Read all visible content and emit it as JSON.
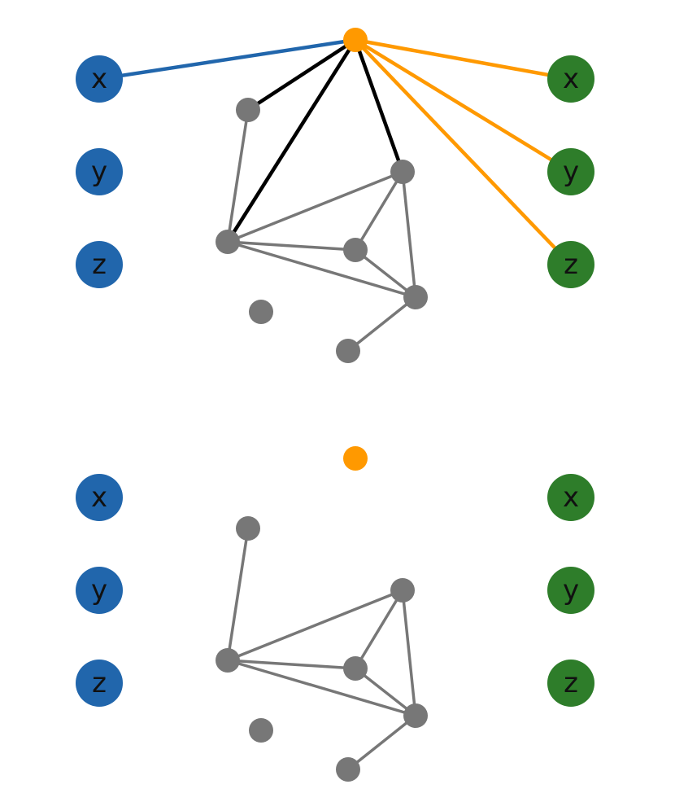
{
  "colors": {
    "background": "#ffffff",
    "input_node": "#2166ac",
    "output_node": "#2e7d2a",
    "hub_node": "#ff9900",
    "internal_node": "#777777",
    "input_edge": "#2166ac",
    "output_edge": "#ff9900",
    "hub_edge": "#000000",
    "internal_edge": "#777777"
  },
  "panels": [
    {
      "id": "top",
      "inputs": [
        {
          "id": "in-x",
          "label": "x"
        },
        {
          "id": "in-y",
          "label": "y"
        },
        {
          "id": "in-z",
          "label": "z"
        }
      ],
      "outputs": [
        {
          "id": "out-x",
          "label": "x"
        },
        {
          "id": "out-y",
          "label": "y"
        },
        {
          "id": "out-z",
          "label": "z"
        }
      ],
      "hub": {
        "id": "hub"
      },
      "internal_nodes": [
        "n1",
        "n2",
        "n3",
        "n4",
        "n5",
        "n6",
        "n7"
      ],
      "edges": [
        {
          "from": "in-x",
          "to": "hub",
          "kind": "input"
        },
        {
          "from": "hub",
          "to": "out-x",
          "kind": "output"
        },
        {
          "from": "hub",
          "to": "out-y",
          "kind": "output"
        },
        {
          "from": "hub",
          "to": "out-z",
          "kind": "output"
        },
        {
          "from": "hub",
          "to": "n1",
          "kind": "hub"
        },
        {
          "from": "hub",
          "to": "n2",
          "kind": "hub"
        },
        {
          "from": "hub",
          "to": "n3",
          "kind": "hub"
        },
        {
          "from": "n1",
          "to": "n2",
          "kind": "internal"
        },
        {
          "from": "n2",
          "to": "n3",
          "kind": "internal"
        },
        {
          "from": "n2",
          "to": "n4",
          "kind": "internal"
        },
        {
          "from": "n2",
          "to": "n5",
          "kind": "internal"
        },
        {
          "from": "n3",
          "to": "n4",
          "kind": "internal"
        },
        {
          "from": "n3",
          "to": "n5",
          "kind": "internal"
        },
        {
          "from": "n4",
          "to": "n5",
          "kind": "internal"
        },
        {
          "from": "n5",
          "to": "n7",
          "kind": "internal"
        }
      ]
    },
    {
      "id": "bottom",
      "inputs": [
        {
          "id": "in-x",
          "label": "x"
        },
        {
          "id": "in-y",
          "label": "y"
        },
        {
          "id": "in-z",
          "label": "z"
        }
      ],
      "outputs": [
        {
          "id": "out-x",
          "label": "x"
        },
        {
          "id": "out-y",
          "label": "y"
        },
        {
          "id": "out-z",
          "label": "z"
        }
      ],
      "hub": {
        "id": "hub"
      },
      "internal_nodes": [
        "n1",
        "n2",
        "n3",
        "n4",
        "n5",
        "n6",
        "n7"
      ],
      "edges": [
        {
          "from": "n1",
          "to": "n2",
          "kind": "internal"
        },
        {
          "from": "n2",
          "to": "n3",
          "kind": "internal"
        },
        {
          "from": "n2",
          "to": "n4",
          "kind": "internal"
        },
        {
          "from": "n2",
          "to": "n5",
          "kind": "internal"
        },
        {
          "from": "n3",
          "to": "n4",
          "kind": "internal"
        },
        {
          "from": "n3",
          "to": "n5",
          "kind": "internal"
        },
        {
          "from": "n4",
          "to": "n5",
          "kind": "internal"
        },
        {
          "from": "n5",
          "to": "n7",
          "kind": "internal"
        }
      ]
    }
  ]
}
